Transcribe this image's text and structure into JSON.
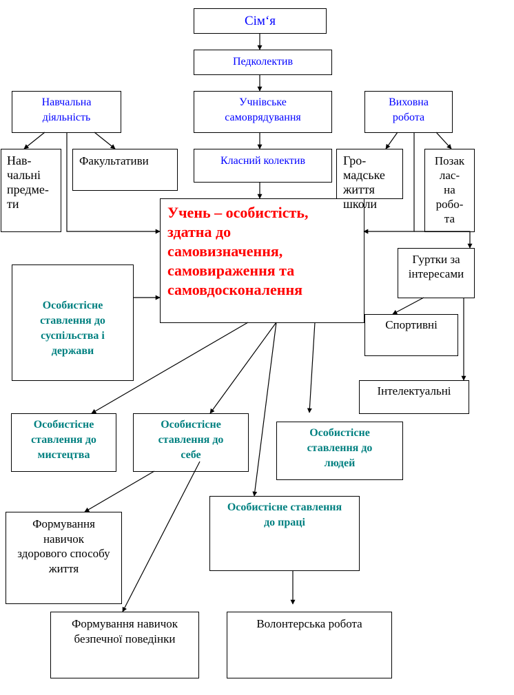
{
  "colors": {
    "upper_level_text": "#0000ff",
    "central_text": "#ff0000",
    "attitude_text": "#008080",
    "plain_text": "#000000",
    "lines": "#000000",
    "background": "#ffffff"
  },
  "nodes": {
    "family": {
      "label": "Сім‘я"
    },
    "pedagogical_staff": {
      "label": "Педколектив"
    },
    "study_activity": {
      "label": "Навчальна\nдіяльність"
    },
    "student_self_government": {
      "label": "Учнівське\nсамоврядування"
    },
    "educational_work": {
      "label": "Виховна\nробота"
    },
    "school_subjects": {
      "label": "Нав-\nчальні\nпредме-\nти"
    },
    "electives": {
      "label": "Факультативи"
    },
    "class_collective": {
      "label": "Класний колектив"
    },
    "school_public_life": {
      "label": "Гро-\nмадське\nжиття\nшколи"
    },
    "extracurricular_work": {
      "label": "Позак\nлас-\nна\nробо-\nта"
    },
    "student_personality": {
      "label": "Учень – особистість,\nздатна до\nсамовизначення,\nсамовираження та\nсамовдосконалення"
    },
    "attitude_society_state": {
      "label": "Особистісне\nставлення до\nсуспільства і\nдержави"
    },
    "interest_clubs": {
      "label": "Гуртки за\nінтересами"
    },
    "sports_clubs": {
      "label": "Спортивні"
    },
    "intellectual_clubs": {
      "label": "Інтелектуальні"
    },
    "attitude_art": {
      "label": "Особистісне\nставлення до\nмистецтва"
    },
    "attitude_self": {
      "label": "Особистісне\nставлення до\nсебе"
    },
    "attitude_people": {
      "label": "Особистісне\nставлення до\nлюдей"
    },
    "attitude_work": {
      "label": "Особистісне ставлення\nдо праці"
    },
    "healthy_lifestyle_skills": {
      "label": "Формування\nнавичок\nздорового способу\nжиття"
    },
    "safe_behavior_skills": {
      "label": "Формування навичок\nбезпечної поведінки"
    },
    "volunteer_work": {
      "label": "Волонтерська робота"
    }
  },
  "edges": [
    {
      "from": "family",
      "to": "pedagogical_staff"
    },
    {
      "from": "pedagogical_staff",
      "to": "student_self_government"
    },
    {
      "from": "student_self_government",
      "to": "class_collective"
    },
    {
      "from": "class_collective",
      "to": "student_personality"
    },
    {
      "from": "study_activity",
      "to": "school_subjects"
    },
    {
      "from": "study_activity",
      "to": "electives"
    },
    {
      "from": "study_activity",
      "to": "student_personality"
    },
    {
      "from": "educational_work",
      "to": "school_public_life"
    },
    {
      "from": "educational_work",
      "to": "extracurricular_work"
    },
    {
      "from": "educational_work",
      "to": "student_personality"
    },
    {
      "from": "educational_work",
      "to": "interest_clubs"
    },
    {
      "from": "attitude_society_state",
      "to": "student_personality"
    },
    {
      "from": "interest_clubs",
      "to": "sports_clubs"
    },
    {
      "from": "interest_clubs",
      "to": "intellectual_clubs"
    },
    {
      "from": "student_personality",
      "to": "attitude_art"
    },
    {
      "from": "student_personality",
      "to": "attitude_self"
    },
    {
      "from": "student_personality",
      "to": "attitude_work"
    },
    {
      "from": "student_personality",
      "to": "attitude_people"
    },
    {
      "from": "attitude_self",
      "to": "healthy_lifestyle_skills"
    },
    {
      "from": "attitude_self",
      "to": "safe_behavior_skills"
    },
    {
      "from": "attitude_work",
      "to": "volunteer_work"
    }
  ]
}
